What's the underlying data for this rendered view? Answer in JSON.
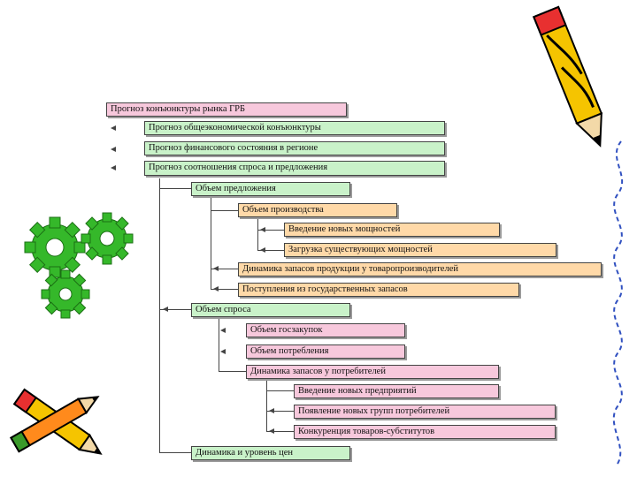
{
  "diagram": {
    "root": "Прогноз конъюнктуры рынка ГРБ",
    "level1": [
      "Прогноз общеэкономической конъюнктуры",
      "Прогноз финансового состояния в регионе",
      "Прогноз соотношения спроса и предложения"
    ],
    "supply": {
      "title": "Объем предложения",
      "production": "Объем производства",
      "production_children": [
        "Введение новых мощностей",
        "Загрузка существующих мощностей"
      ],
      "stock_dynamics": "Динамика запасов продукции у товаропроизводителей",
      "state_reserves": "Поступления из государственных запасов"
    },
    "demand": {
      "title": "Объем спроса",
      "children": [
        "Объем госзакупок",
        "Объем потребления",
        "Динамика запасов у потребителей"
      ],
      "subchildren": [
        "Введение новых предприятий",
        "Появление новых групп потребителей",
        "Конкуренция товаров-субститутов"
      ]
    },
    "price": "Динамика и уровень цен"
  },
  "colors": {
    "pink": "#f7c8dc",
    "green": "#c9f2c9",
    "orange": "#ffd9a8",
    "gear": "#35b82a"
  },
  "icons": [
    "pencil-icon",
    "gear-icon",
    "pencils-icon"
  ]
}
